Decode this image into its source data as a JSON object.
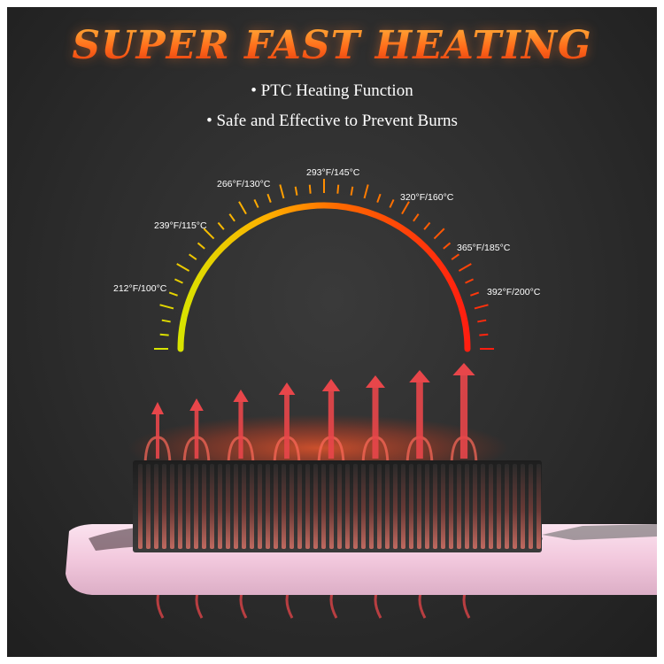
{
  "headline": "SUPER FAST HEATING",
  "features": [
    "• PTC Heating Function",
    "• Safe and Effective to Prevent Burns"
  ],
  "temperature_marks": [
    "212°F/100°C",
    "239°F/115°C",
    "266°F/130°C",
    "293°F/145°C",
    "320°F/160°C",
    "365°F/185°C",
    "392°F/200°C"
  ],
  "colors": {
    "headline_top": "#ffb23a",
    "headline_bottom": "#e0350e",
    "gauge_start": "#d8e400",
    "gauge_mid": "#ff8a00",
    "gauge_end": "#ff1e10",
    "heat_arrow": "#e8464a",
    "brush_body": "#f4cfe3",
    "comb_teeth": "#2b2b2b"
  },
  "product": {
    "name_icon": "heated-hair-straightener-brush",
    "arrow_icon": "heat-rising-arrow-icon"
  }
}
